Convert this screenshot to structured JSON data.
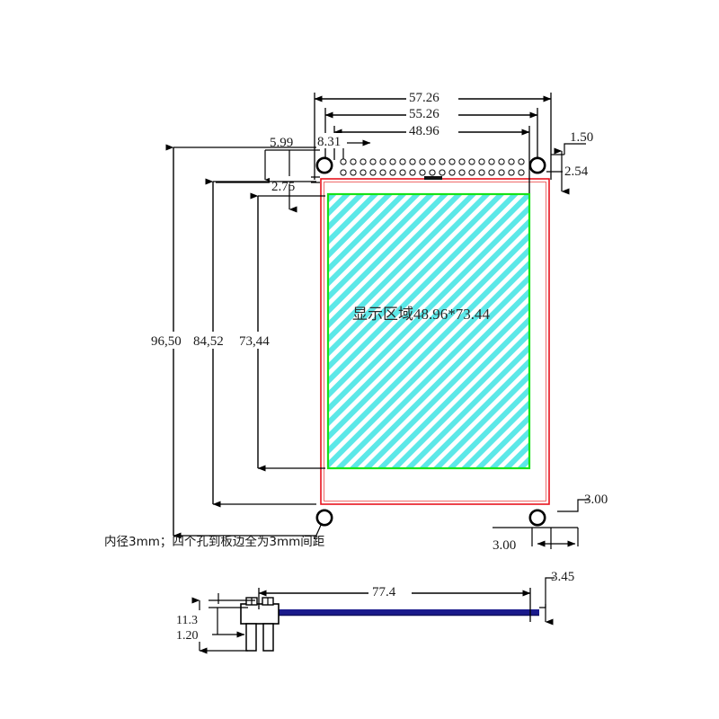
{
  "drawing": {
    "title_text": "显示区域48.96*73.44",
    "note": "内径3mm；四个孔到板边全为3mm间距",
    "colors": {
      "pcb_outline": "#e8141e",
      "display_outline": "#17e217",
      "display_fill": "#5ce8e8",
      "pcb_side": "#1a1a8c",
      "line": "#000000"
    },
    "top_view": {
      "dimensions": {
        "overall_width": "57.26",
        "board_width": "55.26",
        "display_width": "48.96",
        "left_offset": "5.99",
        "hole_offset_x": "8.31",
        "inner_offset": "2.75",
        "right_top": "1.50",
        "pin_pitch": "2.54",
        "overall_height": "96,50",
        "board_height": "84,52",
        "display_height": "73,44",
        "bottom_right_v": "3.00",
        "bottom_right_h": "3.00"
      },
      "pin_rows": 2,
      "pins_per_row": 20
    },
    "side_view": {
      "dimensions": {
        "length": "77.4",
        "end_offset": "3.45",
        "total_thickness": "11.3",
        "board_thickness": "1.20"
      }
    }
  }
}
